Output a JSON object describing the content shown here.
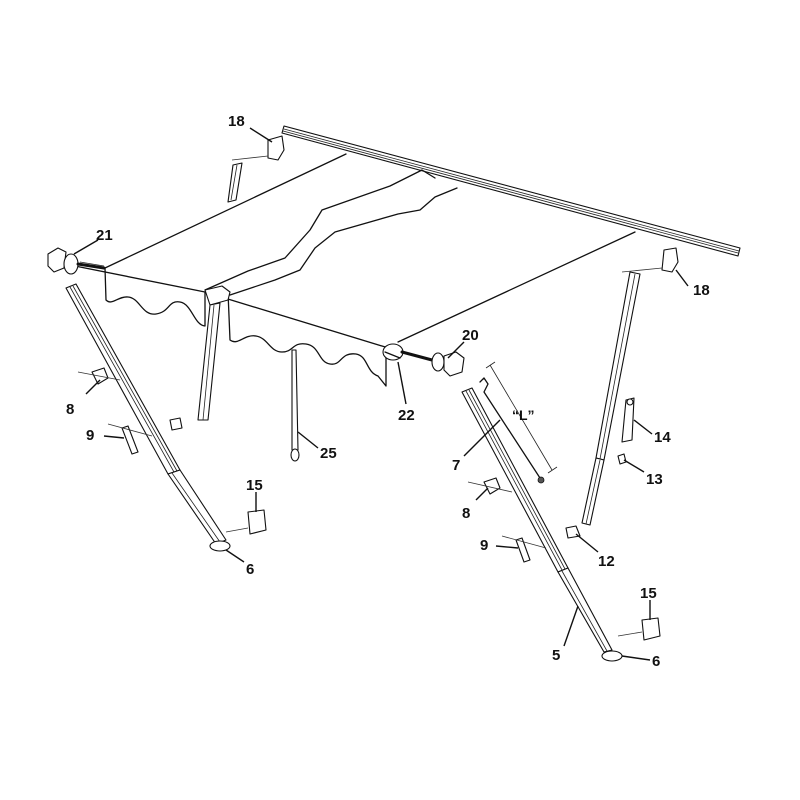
{
  "diagram": {
    "type": "exploded-parts-diagram",
    "subject": "awning assembly",
    "dimension_label": "“L”",
    "callouts": [
      {
        "id": "18a",
        "label": "18",
        "part": "top mounting bracket (left)"
      },
      {
        "id": "18b",
        "label": "18",
        "part": "top mounting bracket (right)"
      },
      {
        "id": "21",
        "label": "21",
        "part": "end cap (left)"
      },
      {
        "id": "20",
        "label": "20",
        "part": "end cap (right)"
      },
      {
        "id": "22",
        "label": "22",
        "part": "roller tube end"
      },
      {
        "id": "25",
        "label": "25",
        "part": "pull strap"
      },
      {
        "id": "8a",
        "label": "8",
        "part": "arm knob (left)"
      },
      {
        "id": "9a",
        "label": "9",
        "part": "lock lever (left)"
      },
      {
        "id": "15a",
        "label": "15",
        "part": "bottom bracket (left)"
      },
      {
        "id": "6a",
        "label": "6",
        "part": "foot (left)"
      },
      {
        "id": "7",
        "label": "7",
        "part": "arm cable"
      },
      {
        "id": "14",
        "label": "14",
        "part": "rafter clip"
      },
      {
        "id": "13",
        "label": "13",
        "part": "hook"
      },
      {
        "id": "8b",
        "label": "8",
        "part": "arm knob (right)"
      },
      {
        "id": "9b",
        "label": "9",
        "part": "lock lever (right)"
      },
      {
        "id": "12",
        "label": "12",
        "part": "rafter end"
      },
      {
        "id": "15b",
        "label": "15",
        "part": "bottom bracket (right)"
      },
      {
        "id": "5",
        "label": "5",
        "part": "support arm"
      },
      {
        "id": "6b",
        "label": "6",
        "part": "foot (right)"
      }
    ]
  }
}
